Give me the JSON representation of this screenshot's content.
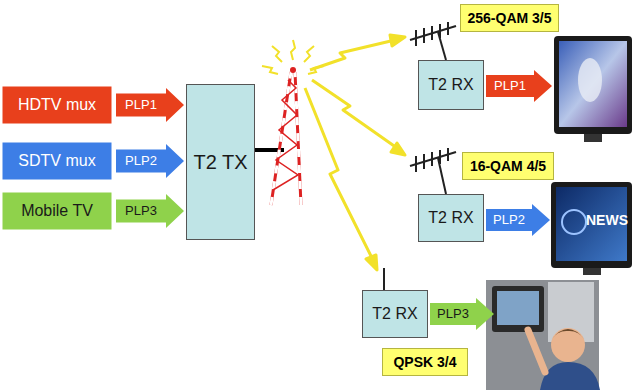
{
  "diagram": {
    "nodes": [
      {
        "text": [
          "HDTV mux"
        ]
      },
      {
        "text": [
          "SDTV mux"
        ]
      },
      {
        "text": [
          "Mobile TV"
        ]
      },
      {
        "text": [
          "PLP1"
        ]
      },
      {
        "text": [
          "PLP2"
        ]
      },
      {
        "text": [
          "PLP3"
        ]
      },
      {
        "text": [
          "T2 TX"
        ]
      },
      {
        "text": [
          "256-QAM 3/5"
        ]
      },
      {
        "text": [
          "T2 RX"
        ]
      },
      {
        "text": [
          "PLP1"
        ]
      },
      {
        "text": [
          "16-QAM 4/5"
        ]
      },
      {
        "text": [
          "T2 RX"
        ]
      },
      {
        "text": [
          "PLP2"
        ]
      },
      {
        "text": [
          "T2 RX"
        ]
      },
      {
        "text": [
          "PLP3"
        ]
      },
      {
        "text": [
          "QPSK 3/4"
        ]
      }
    ],
    "labels": [
      "NEWS"
    ]
  }
}
